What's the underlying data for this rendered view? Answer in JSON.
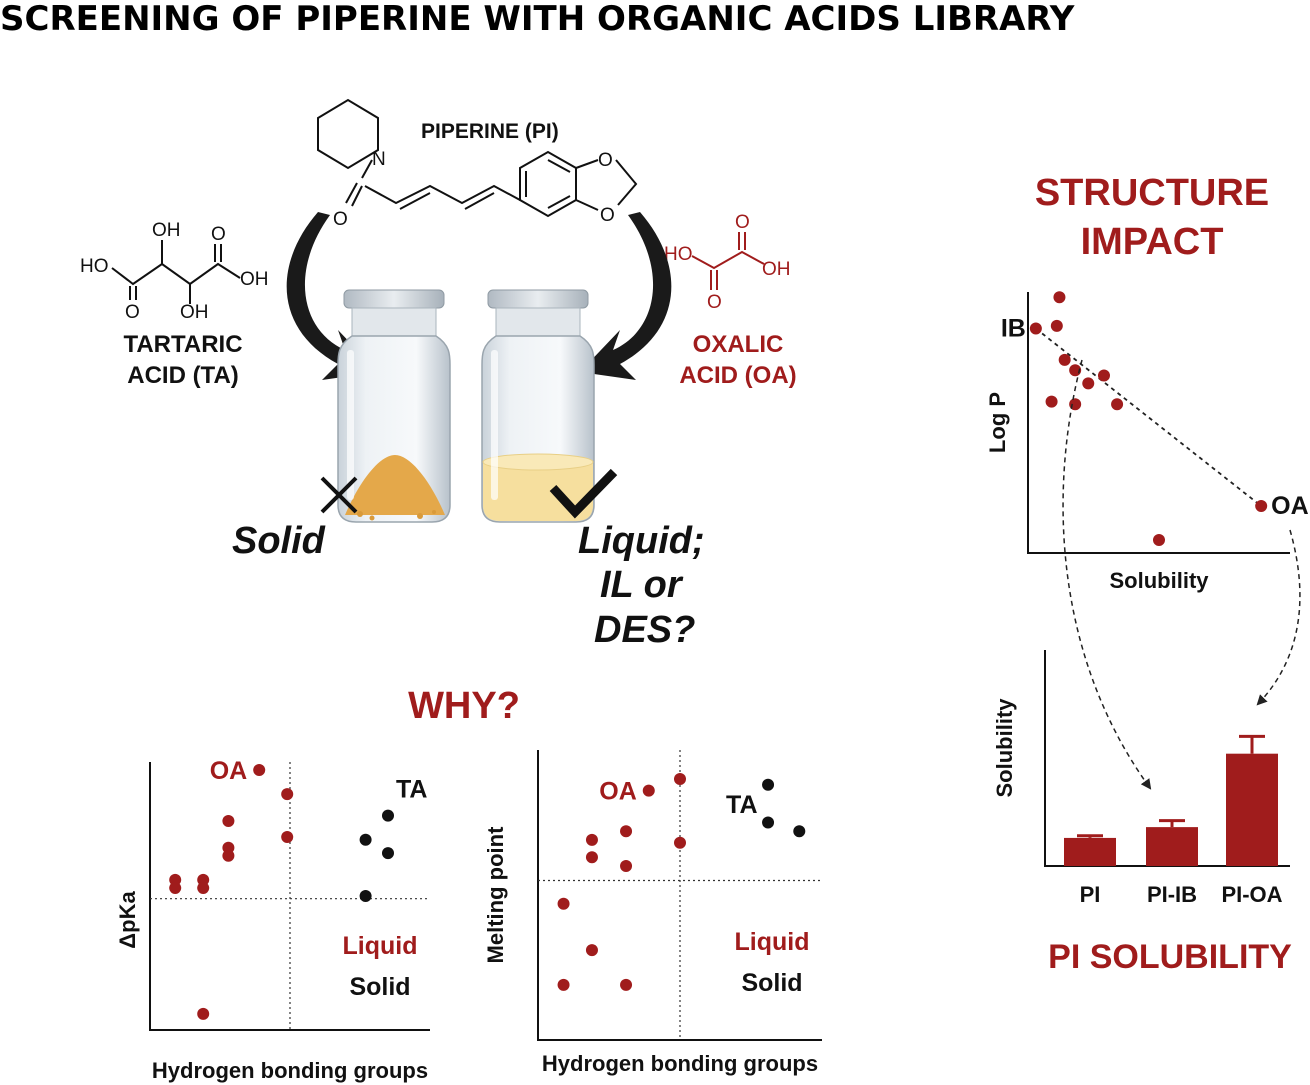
{
  "title": "SCREENING OF PIPERINE WITH ORGANIC ACIDS LIBRARY",
  "piperine_label": "PIPERINE (PI)",
  "tartaric_label_1": "TARTARIC",
  "tartaric_label_2": "ACID (TA)",
  "oxalic_label_1": "OXALIC",
  "oxalic_label_2": "ACID (OA)",
  "chem_atoms": {
    "O": "O",
    "N": "N",
    "OH": "OH",
    "HO": "HO"
  },
  "solid_label": "Solid",
  "liquid_label_1": "Liquid;",
  "liquid_label_2": "IL or",
  "liquid_label_3": "DES?",
  "why_label": "WHY?",
  "structure_label_1": "STRUCTURE",
  "structure_label_2": "IMPACT",
  "pi_solubility_label": "PI SOLUBILITY",
  "colors": {
    "red": "#a01c1c",
    "black": "#111111",
    "powder": "#e4a84a",
    "liquid": "#f6df9e"
  },
  "chart_data": [
    {
      "type": "scatter",
      "xlabel": "Hydrogen bonding groups",
      "ylabel": "ΔpKa",
      "xlim": [
        0,
        10
      ],
      "ylim": [
        0,
        10
      ],
      "threshold_x": 5.0,
      "threshold_y": 4.9,
      "legend": [
        "Liquid",
        "Solid"
      ],
      "annotations": [
        {
          "text": "OA",
          "series": "Liquid",
          "index": 0
        },
        {
          "text": "TA",
          "series": "Solid",
          "index": 0
        }
      ],
      "series": [
        {
          "name": "Liquid",
          "color": "#a01c1c",
          "points": [
            [
              3.9,
              9.7
            ],
            [
              4.9,
              8.8
            ],
            [
              4.9,
              7.2
            ],
            [
              2.8,
              7.8
            ],
            [
              2.8,
              6.8
            ],
            [
              2.8,
              6.5
            ],
            [
              0.9,
              5.6
            ],
            [
              0.9,
              5.3
            ],
            [
              1.9,
              5.6
            ],
            [
              1.9,
              5.3
            ],
            [
              1.9,
              0.6
            ]
          ]
        },
        {
          "name": "Solid",
          "color": "#111111",
          "points": [
            [
              8.5,
              8.0
            ],
            [
              7.7,
              7.1
            ],
            [
              8.5,
              6.6
            ],
            [
              7.7,
              5.0
            ]
          ]
        }
      ]
    },
    {
      "type": "scatter",
      "xlabel": "Hydrogen bonding groups",
      "ylabel": "Melting point",
      "xlim": [
        0,
        10
      ],
      "ylim": [
        0,
        10
      ],
      "threshold_x": 5.0,
      "threshold_y": 5.5,
      "legend": [
        "Liquid",
        "Solid"
      ],
      "annotations": [
        {
          "text": "OA",
          "series": "Liquid",
          "index": 0
        },
        {
          "text": "TA",
          "series": "Solid",
          "index": 0
        }
      ],
      "series": [
        {
          "name": "Liquid",
          "color": "#a01c1c",
          "points": [
            [
              3.9,
              8.6
            ],
            [
              5.0,
              9.0
            ],
            [
              1.9,
              6.9
            ],
            [
              3.1,
              7.2
            ],
            [
              1.9,
              6.3
            ],
            [
              3.1,
              6.0
            ],
            [
              5.0,
              6.8
            ],
            [
              0.9,
              4.7
            ],
            [
              1.9,
              3.1
            ],
            [
              0.9,
              1.9
            ],
            [
              3.1,
              1.9
            ]
          ]
        },
        {
          "name": "Solid",
          "color": "#111111",
          "points": [
            [
              8.1,
              8.8
            ],
            [
              8.1,
              7.5
            ],
            [
              9.2,
              7.2
            ]
          ]
        }
      ]
    },
    {
      "type": "scatter",
      "xlabel": "Solubility",
      "ylabel": "Log P",
      "xlim": [
        0,
        10
      ],
      "ylim": [
        0,
        10
      ],
      "annotations": [
        {
          "text": "IB",
          "index": 0
        },
        {
          "text": "OA",
          "index": 10
        }
      ],
      "trend": [
        [
          0.3,
          8.6
        ],
        [
          8.9,
          1.8
        ]
      ],
      "series": [
        {
          "name": "",
          "color": "#a01c1c",
          "points": [
            [
              0.3,
              8.6
            ],
            [
              1.2,
              9.8
            ],
            [
              1.1,
              8.7
            ],
            [
              1.4,
              7.4
            ],
            [
              1.8,
              7.0
            ],
            [
              2.3,
              6.5
            ],
            [
              2.9,
              6.8
            ],
            [
              0.9,
              5.8
            ],
            [
              1.8,
              5.7
            ],
            [
              3.4,
              5.7
            ],
            [
              8.9,
              1.8
            ],
            [
              5.0,
              0.5
            ]
          ]
        }
      ]
    },
    {
      "type": "bar",
      "ylabel": "Solubility",
      "categories": [
        "PI",
        "PI-IB",
        "PI-OA"
      ],
      "values": [
        1.3,
        1.8,
        5.2
      ],
      "errors": [
        0.1,
        0.3,
        0.8
      ],
      "ylim": [
        0,
        10
      ],
      "color": "#a01c1c"
    }
  ]
}
